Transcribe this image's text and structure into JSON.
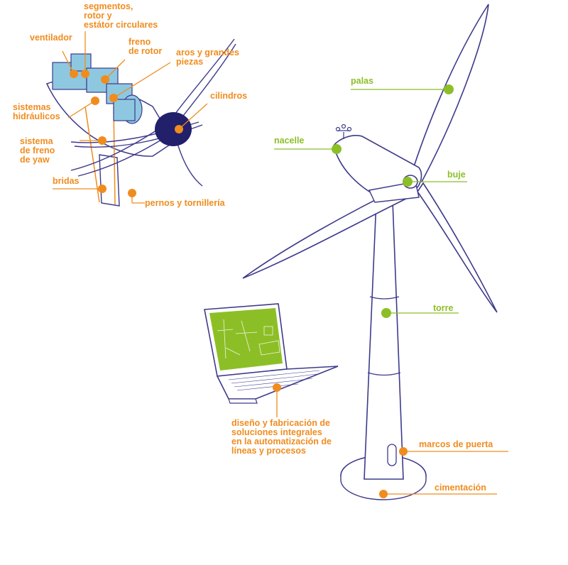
{
  "colors": {
    "orange": "#f08c1e",
    "green": "#8cbf26",
    "outline": "#3d3a8c",
    "hub_navy": "#221f6b",
    "machinery_blue": "#8ec8e0",
    "screen_green": "#8cbf26"
  },
  "labels": {
    "segmentos": "segmentos,\nrotor y\nestátor circulares",
    "ventilador": "ventilador",
    "freno_rotor": "freno\nde rotor",
    "aros": "aros y grandes\npiezas",
    "cilindros": "cilindros",
    "hidraulicos": "sistemas\nhidráulicos",
    "freno_yaw": "sistema\nde freno\nde yaw",
    "bridas": "bridas",
    "pernos": "pernos y tornillería",
    "palas": "palas",
    "nacelle": "nacelle",
    "buje": "buje",
    "torre": "torre",
    "diseno": "diseño y fabricación de\nsoluciones integrales\nen la automatización de\nlíneas y procesos",
    "marcos": "marcos de puerta",
    "cimentacion": "cimentación"
  }
}
